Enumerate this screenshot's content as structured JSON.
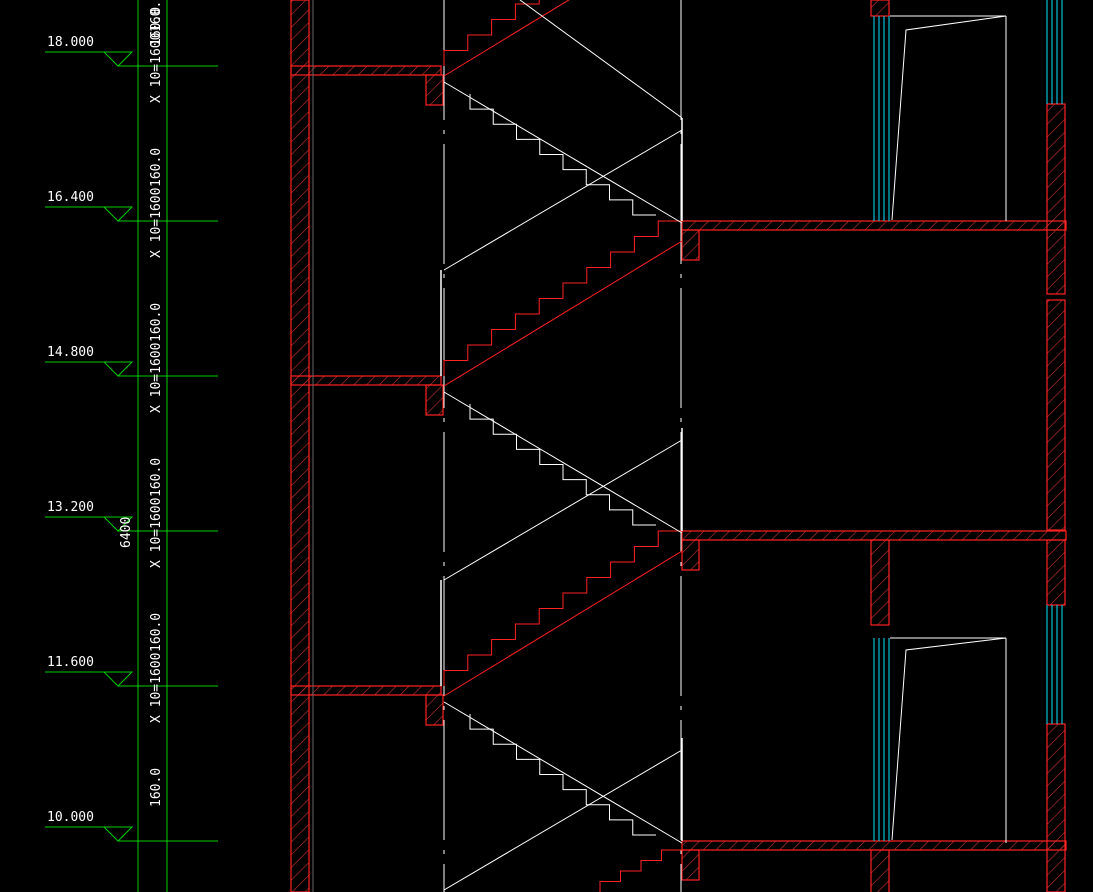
{
  "colors": {
    "background": "#000000",
    "level_line": "#00cc00",
    "dimension_line": "#00cc00",
    "wall_outline": "#ff2222",
    "hatch": "#cc3333",
    "stair_line": "#ffffff",
    "window": "#00e5ff",
    "text": "#ffffff"
  },
  "levels": [
    {
      "label": "18.000"
    },
    {
      "label": "16.400"
    },
    {
      "label": "14.800"
    },
    {
      "label": "13.200"
    },
    {
      "label": "11.600"
    },
    {
      "label": "10.000"
    }
  ],
  "segments": [
    {
      "label": "X 10=1600",
      "riser": "160.0"
    },
    {
      "label": "X 10=1600",
      "riser": "160.0"
    },
    {
      "label": "X 10=1600",
      "riser": "160.0"
    },
    {
      "label": "X 10=1600",
      "riser": "160.0"
    },
    {
      "label": "X 10=1600",
      "riser": "160.0"
    },
    {
      "label": "X 10=1600",
      "riser": "160.0"
    }
  ],
  "overall_dimension": "6400"
}
